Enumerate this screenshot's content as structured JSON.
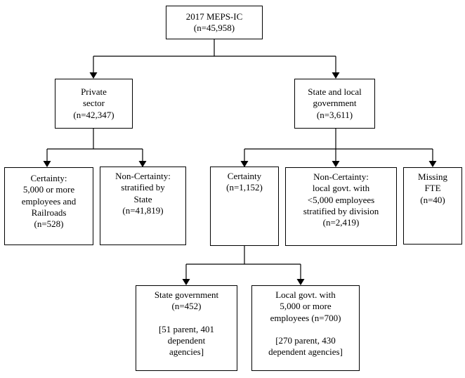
{
  "flowchart": {
    "root": {
      "label": "2017 MEPS-IC\n(n=45,958)"
    },
    "level2": {
      "private_sector": {
        "label": "Private\nsector\n(n=42,347)"
      },
      "state_local_government": {
        "label": "State and local\ngovernment\n(n=3,611)"
      }
    },
    "level3": {
      "private_certainty": {
        "label": "Certainty:\n5,000 or more\nemployees and\nRailroads\n(n=528)"
      },
      "private_non_certainty": {
        "label": "Non-Certainty:\nstratified by\nState\n(n=41,819)"
      },
      "government_certainty": {
        "label": "Certainty\n(n=1,152)"
      },
      "government_non_certainty": {
        "label": "Non-Certainty:\nlocal govt. with\n<5,000 employees\nstratified by division\n(n=2,419)"
      },
      "missing_fte": {
        "label": "Missing\nFTE\n(n=40)"
      }
    },
    "level4": {
      "state_government": {
        "label": "State government\n(n=452)\n\n[51 parent, 401\ndependent\nagencies]"
      },
      "local_government_5000_plus": {
        "label": "Local govt. with\n5,000 or more\nemployees (n=700)\n\n[270 parent, 430\ndependent agencies]"
      }
    },
    "colors": {
      "line": "#000000",
      "border": "#000000",
      "background": "#ffffff",
      "text": "#000000"
    }
  }
}
